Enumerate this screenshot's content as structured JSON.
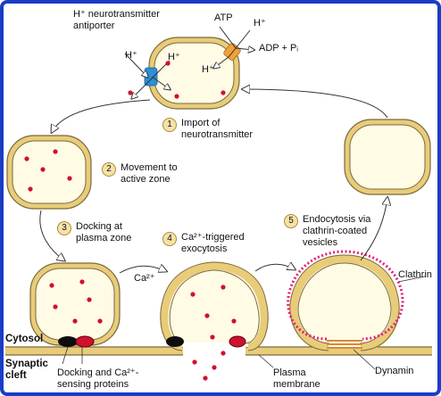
{
  "colors": {
    "frame": "#1b3cc6",
    "vesicle_fill": "#fffbe5",
    "membrane_tan": "#e8cc7a",
    "membrane_dark": "#7a6a3a",
    "neurotransmitter": "#d0102e",
    "antiporter": "#2c8fd8",
    "atpase": "#f0a23a",
    "clathrin": "#e0207a",
    "dynamin": "#d88a3a",
    "black_protein": "#0d0d0d",
    "red_protein": "#d0102e"
  },
  "labels": {
    "antiporter": "H⁺ neurotransmitter\nantiporter",
    "atp": "ATP",
    "h_right": "H⁺",
    "adp": "ADP + Pᵢ",
    "h_left": "H⁺",
    "h_inside1": "H⁺",
    "h_inside2": "H⁺",
    "ca": "Ca²⁺",
    "clathrin": "Clathrin",
    "dynamin": "Dynamin",
    "cytosol": "Cytosol",
    "synaptic_cleft": "Synaptic\ncleft",
    "docking_proteins": "Docking and Ca²⁺-\nsensing proteins",
    "plasma_membrane": "Plasma\nmembrane"
  },
  "steps": [
    {
      "number": "1",
      "text": "Import of\nneurotransmitter"
    },
    {
      "number": "2",
      "text": "Movement to\nactive zone"
    },
    {
      "number": "3",
      "text": "Docking at\nplasma zone"
    },
    {
      "number": "4",
      "text": "Ca²⁺-triggered\nexocytosis"
    },
    {
      "number": "5",
      "text": "Endocytosis via\nclathrin-coated\nvesicles"
    }
  ]
}
